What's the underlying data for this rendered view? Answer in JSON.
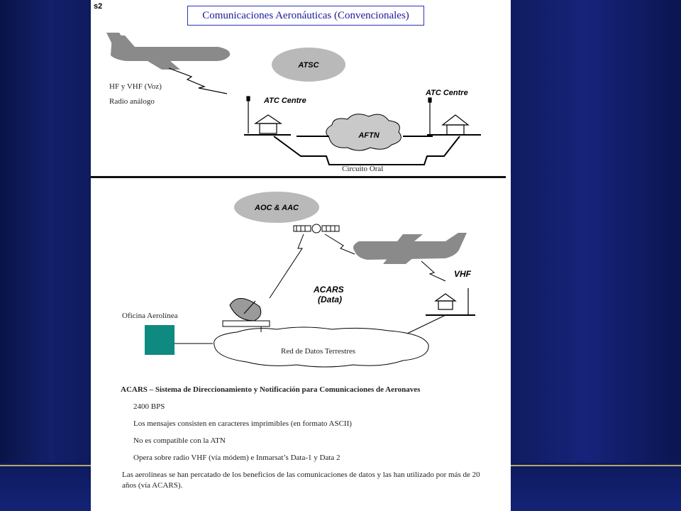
{
  "slide_tag": "s2",
  "title": "Comunicaciones Aeronáuticas (Convencionales)",
  "top": {
    "atsc": "ATSC",
    "atc_left": "ATC Centre",
    "atc_right": "ATC Centre",
    "aftn": "AFTN",
    "hf_vhf": "HF y VHF (Voz)",
    "radio": "Radio análogo",
    "circuito": "Circuito Oral"
  },
  "bottom": {
    "aoc": "AOC  &  AAC",
    "vhf": "VHF",
    "acars_line1": "ACARS",
    "acars_line2": "(Data)",
    "oficina": "Oficina Aerolínea",
    "red": "Red de Datos Terrestres"
  },
  "acars": {
    "heading": "ACARS – Sistema de Direccionamiento y Notificación para Comunicaciones de Aeronaves",
    "bullets": [
      "2400 BPS",
      "Los mensajes consisten en caracteres imprimibles (en formato ASCII)",
      "No es compatible con la ATN",
      "Opera sobre radio VHF (vía módem) e Inmarsat’s Data-1 y Data 2"
    ],
    "paragraph": "Las aerolíneas se han percatado de los beneficios de las comunicaciones de datos y las han utilizado por más de 20 años (vía ACARS)."
  },
  "colors": {
    "background": "#0b1550",
    "title_border": "#2a35b8",
    "title_text": "#1a1a9a",
    "office_box": "#0f8a80",
    "ellipse_fill": "#b9b9b9"
  }
}
